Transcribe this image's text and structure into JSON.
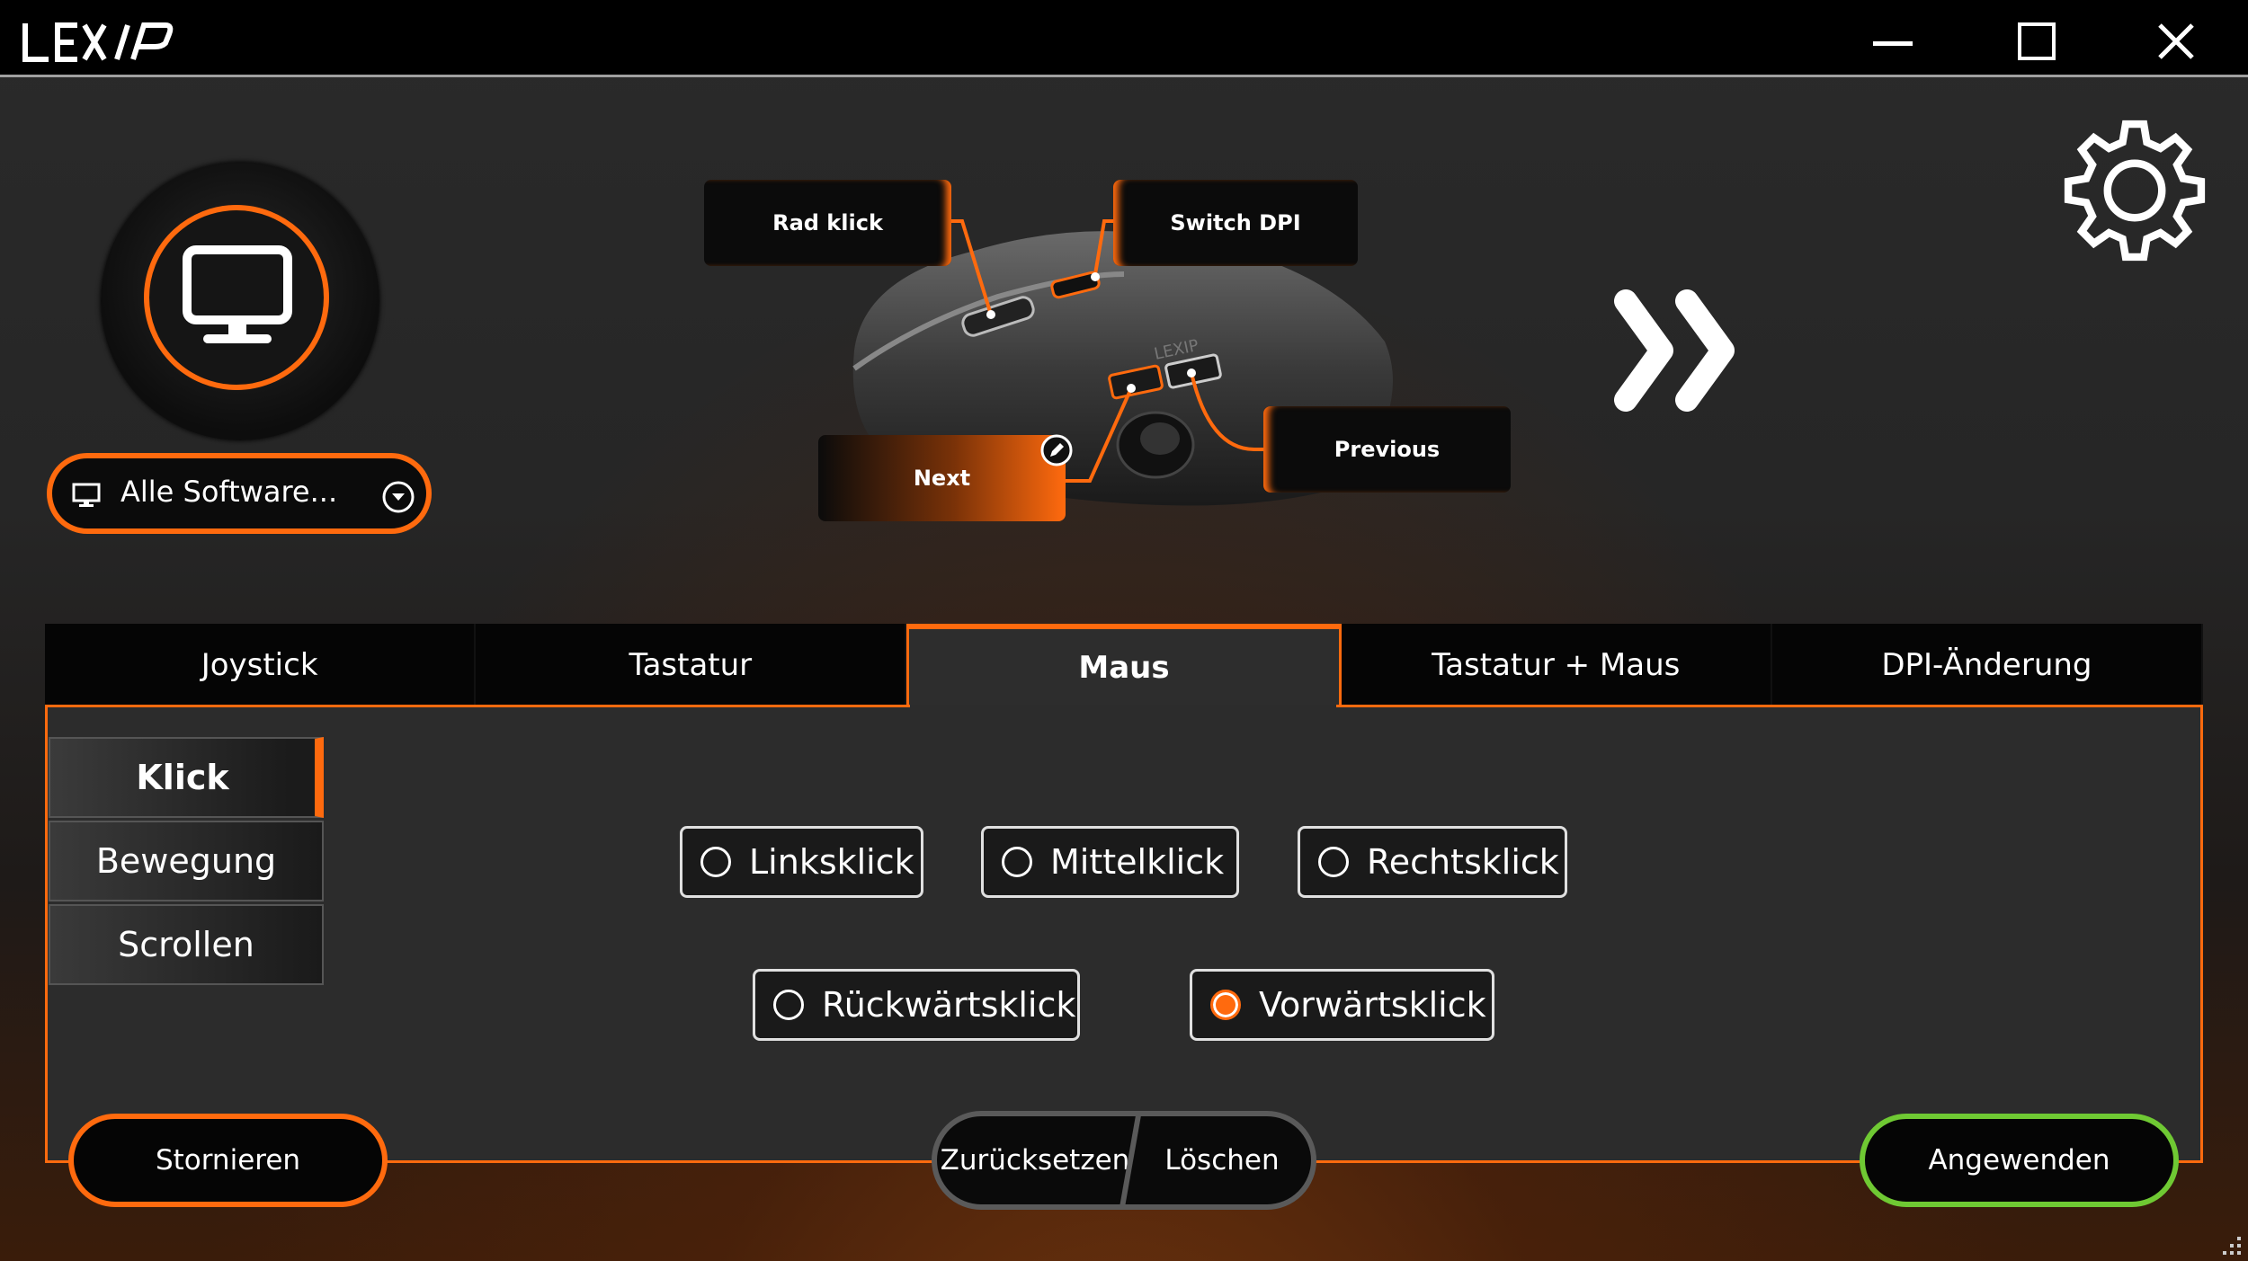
{
  "window": {
    "brand": "LEXIP",
    "controls": [
      "minimize",
      "maximize",
      "close"
    ]
  },
  "profile": {
    "app_selector_label": "Alle Software..."
  },
  "mouse_callouts": {
    "rad_klick": "Rad klick",
    "switch_dpi": "Switch DPI",
    "previous": "Previous",
    "next": "Next"
  },
  "tabs": [
    {
      "label": "Joystick",
      "active": false
    },
    {
      "label": "Tastatur",
      "active": false
    },
    {
      "label": "Maus",
      "active": true
    },
    {
      "label": "Tastatur + Maus",
      "active": false
    },
    {
      "label": "DPI-Änderung",
      "active": false
    }
  ],
  "sidebar": {
    "items": [
      {
        "label": "Klick",
        "active": true
      },
      {
        "label": "Bewegung",
        "active": false
      },
      {
        "label": "Scrollen",
        "active": false
      }
    ]
  },
  "click_options": [
    {
      "label": "Linksklick",
      "selected": false
    },
    {
      "label": "Mittelklick",
      "selected": false
    },
    {
      "label": "Rechtsklick",
      "selected": false
    },
    {
      "label": "Rückwärtsklick",
      "selected": false
    },
    {
      "label": "Vorwärtsklick",
      "selected": true
    }
  ],
  "actions": {
    "cancel": "Stornieren",
    "reset": "Zurücksetzen",
    "delete": "Löschen",
    "apply": "Angewenden"
  },
  "colors": {
    "accent": "#ff6a0e",
    "apply_border": "#6fc933",
    "titlebar": "#000000"
  },
  "icons": [
    "monitor-icon",
    "pc-icon",
    "dropdown-icon",
    "gear-icon",
    "double-chevron-right-icon",
    "edit-icon"
  ]
}
